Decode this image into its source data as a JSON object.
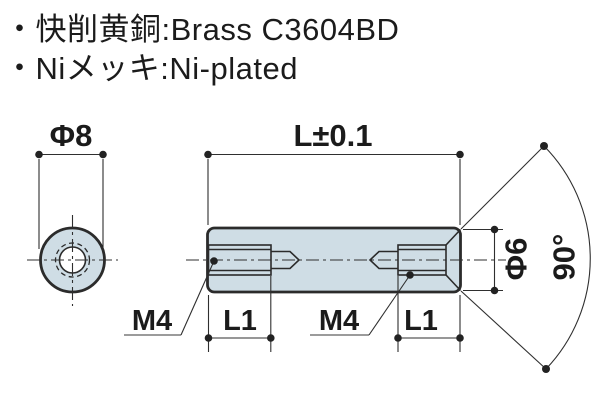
{
  "notes": {
    "line1": "・快削黄銅:Brass C3604BD",
    "line2": "・Niメッキ:Ni-plated"
  },
  "dimensions": {
    "end_diameter": "Φ8",
    "length": "L±0.1",
    "thread_left": "M4",
    "thread_right": "M4",
    "depth_left": "L1",
    "depth_right": "L1",
    "chamfer_diameter": "Φ6",
    "chamfer_angle": "90°"
  },
  "colors": {
    "part_fill": "#cfdde5",
    "outline": "#2b2b2b",
    "dimension_lines": "#2f2f2f",
    "leader_underline": "#9b9b9b",
    "text": "#1b1b1b",
    "background": "#ffffff"
  }
}
